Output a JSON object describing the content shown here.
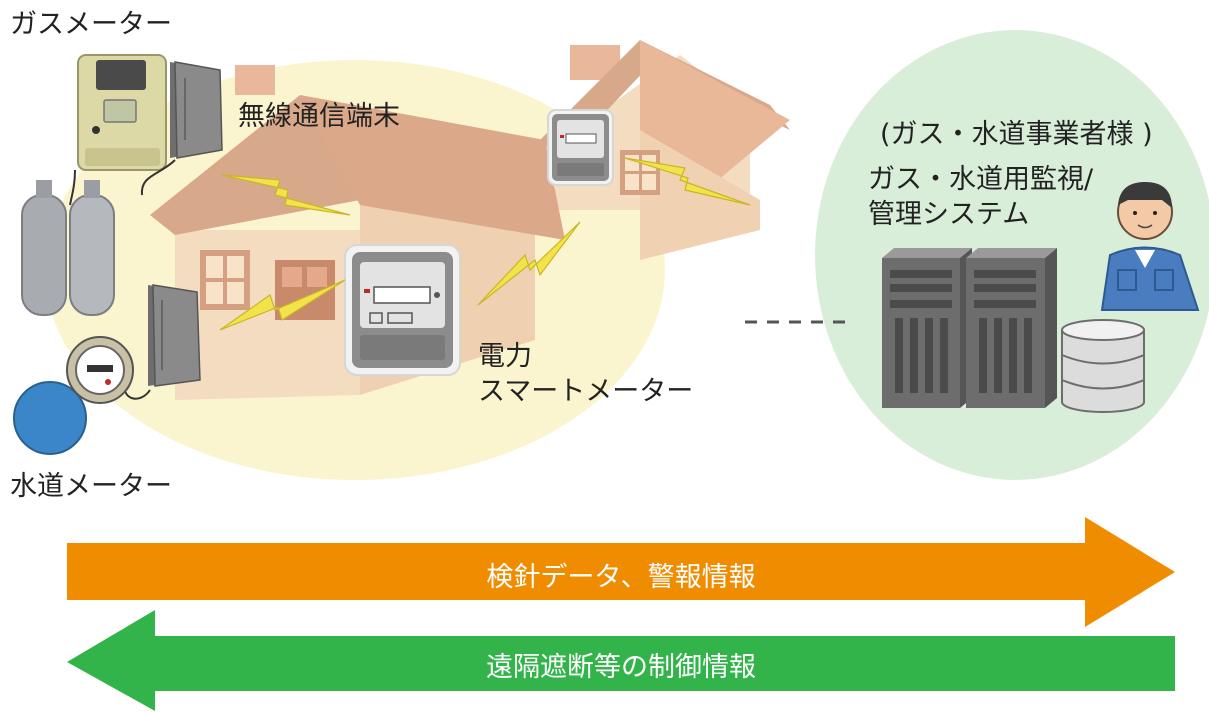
{
  "labels": {
    "gas_meter": "ガスメーター",
    "wireless_terminal": "無線通信端末",
    "water_meter": "水道メーター",
    "smart_meter_line1": "電力",
    "smart_meter_line2": "スマートメーター",
    "operator": "(ガス・水道事業者様 )",
    "system_line1": "ガス・水道用監視/",
    "system_line2": "管理システム"
  },
  "arrows": {
    "forward_label": "検針データ、警報情報",
    "backward_label": "遠隔遮断等の制御情報"
  },
  "colors": {
    "home_area": "#fbf5cf",
    "operator_area": "#d9eed9",
    "forward_arrow": "#f08c00",
    "backward_arrow": "#33b44a",
    "lightning": "#f3e34a",
    "roof": "#d8a88a",
    "wall": "#f4dcc0",
    "server": "#6d6d6d",
    "water_meter_body": "#3a86c8"
  }
}
